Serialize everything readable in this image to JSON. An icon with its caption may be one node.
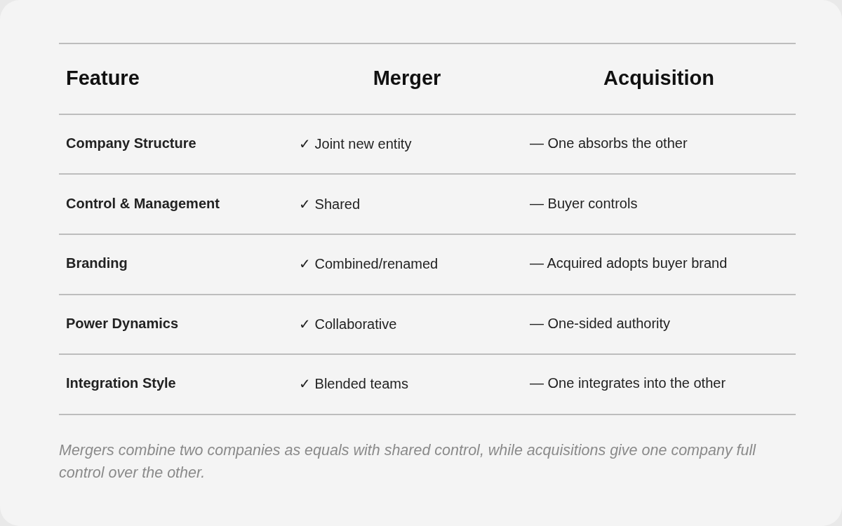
{
  "diagram": {
    "caption": "Mergers combine two companies as equals with shared control, while acquisitions give one company full control over the other.",
    "labels": [
      "Feature",
      "Merger",
      "Acquisition",
      "Company Structure",
      "✓ Joint new entity",
      "— One absorbs the other",
      "Control & Management",
      "✓ Shared",
      "— Buyer controls",
      "Branding",
      "✓ Combined/renamed",
      "— Acquired adopts buyer brand",
      "Power Dynamics",
      "✓ Collaborative",
      "— One-sided authority",
      "Integration Style",
      "✓ Blended teams",
      "— One integrates into the other"
    ]
  }
}
